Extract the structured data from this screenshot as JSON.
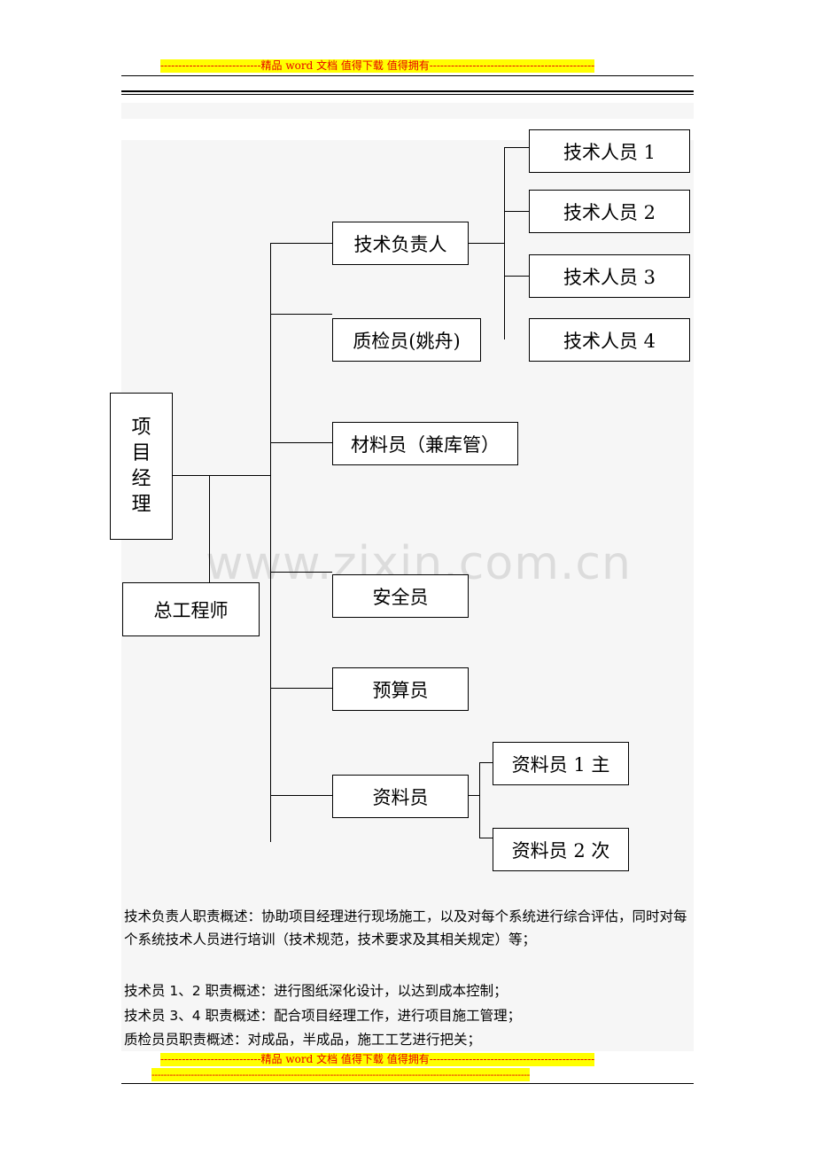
{
  "header_banner": "----------------------------精品 word 文档  值得下载  值得拥有----------------------------------------------",
  "footer_banner_1": "----------------------------精品 word 文档  值得下载  值得拥有----------------------------------------------",
  "footer_banner_2": "-----------------------------------------------------------------------------------------------------------------------------",
  "org_chart": {
    "project_manager_chars": [
      "项",
      "目",
      "经",
      "理"
    ],
    "chief_engineer": "总工程师",
    "tech_lead": "技术负责人",
    "qc_inspector": "质检员(姚舟)",
    "material_clerk": "材料员（兼库管）",
    "safety_officer": "安全员",
    "budget_officer": "预算员",
    "document_clerk": "资料员",
    "tech_staff": [
      "技术人员 1",
      "技术人员 2",
      "技术人员 3",
      "技术人员 4"
    ],
    "document_subs": [
      "资料员 1 主",
      "资料员 2 次"
    ]
  },
  "watermark": "www.zixin.com.cn",
  "descriptions": [
    "技术负责人职责概述：协助项目经理进行现场施工，以及对每个系统进行综合评估，同时对每个系统技术人员进行培训（技术规范，技术要求及其相关规定）等；",
    "技术员 1、2 职责概述：进行图纸深化设计，以达到成本控制；",
    "技术员 3、4 职责概述：配合项目经理工作，进行项目施工管理；",
    "质检员员职责概述：对成品，半成品，施工工艺进行把关；"
  ]
}
